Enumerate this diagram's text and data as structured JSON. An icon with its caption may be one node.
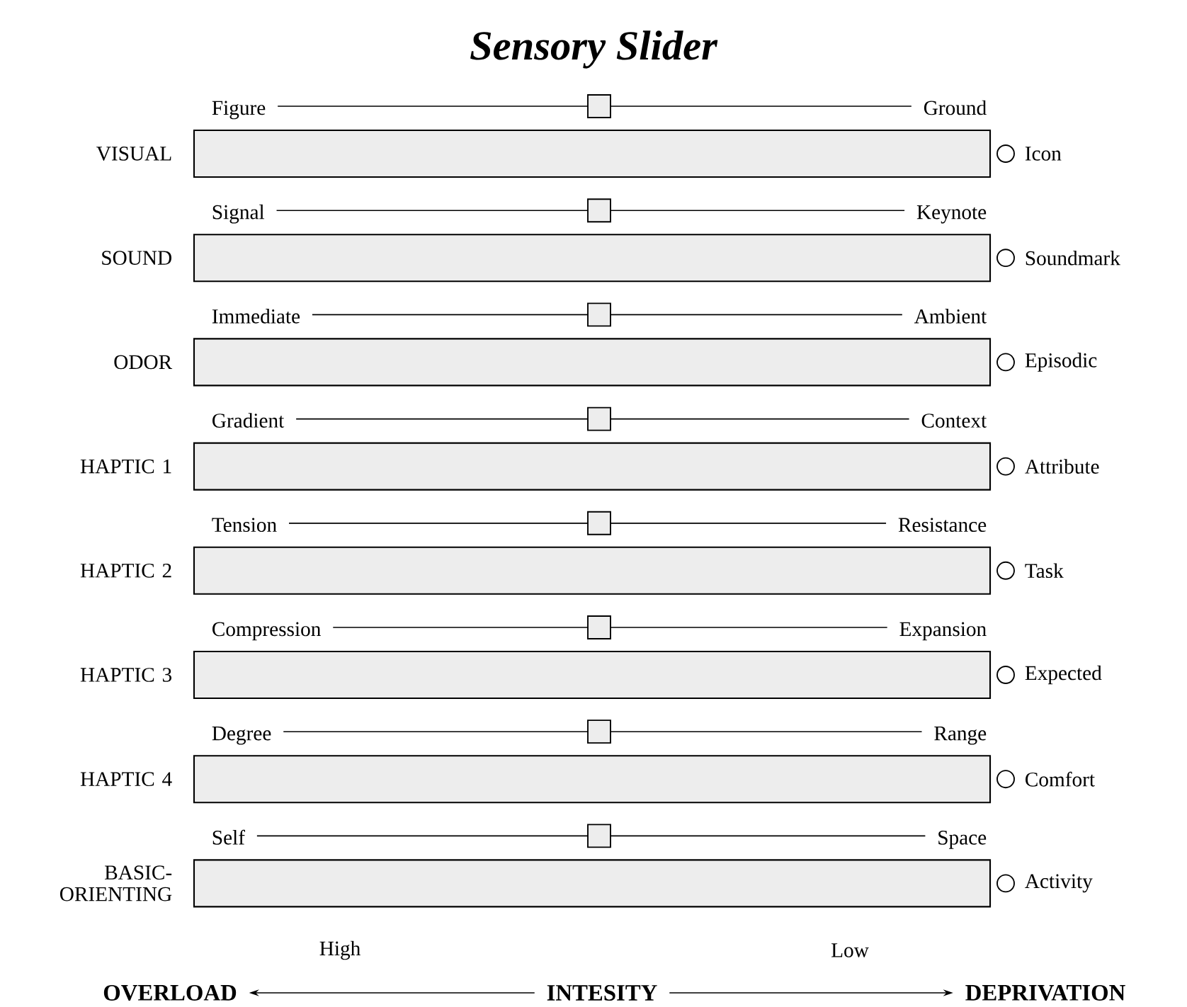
{
  "diagram": {
    "title": "Sensory Slider",
    "nodes": [
      {
        "text": [],
        "shape": "bar",
        "beside": [
          "Figure",
          "Ground",
          "VISUAL",
          "Icon"
        ]
      },
      {
        "text": [],
        "shape": "bar",
        "beside": [
          "Signal",
          "Keynote",
          "SOUND",
          "Soundmark"
        ]
      },
      {
        "text": [],
        "shape": "bar",
        "beside": [
          "Immediate",
          "Ambient",
          "ODOR",
          "Episodic"
        ]
      },
      {
        "text": [],
        "shape": "bar",
        "beside": [
          "Gradient",
          "Context",
          "HAPTIC 1",
          "Attribute"
        ]
      },
      {
        "text": [],
        "shape": "bar",
        "beside": [
          "Tension",
          "Resistance",
          "HAPTIC 2",
          "Task"
        ]
      },
      {
        "text": [],
        "shape": "bar",
        "beside": [
          "Compression",
          "Expansion",
          "HAPTIC 3",
          "Expected"
        ]
      },
      {
        "text": [],
        "shape": "bar",
        "beside": [
          "Degree",
          "Range",
          "HAPTIC 4",
          "Comfort"
        ]
      },
      {
        "text": [],
        "shape": "bar",
        "beside": [
          "Self",
          "Space",
          "BASIC-ORIENTING",
          "Activity"
        ]
      },
      {
        "text": [
          "OVERLOAD"
        ]
      },
      {
        "text": [
          "INTESITY"
        ]
      },
      {
        "text": [
          "DEPRIVATION"
        ]
      }
    ],
    "edges": [
      {
        "from": 9,
        "to": 8,
        "arrow": "to"
      },
      {
        "from": 9,
        "to": 10,
        "arrow": "to"
      }
    ],
    "labels": [
      "High",
      "Low"
    ]
  }
}
